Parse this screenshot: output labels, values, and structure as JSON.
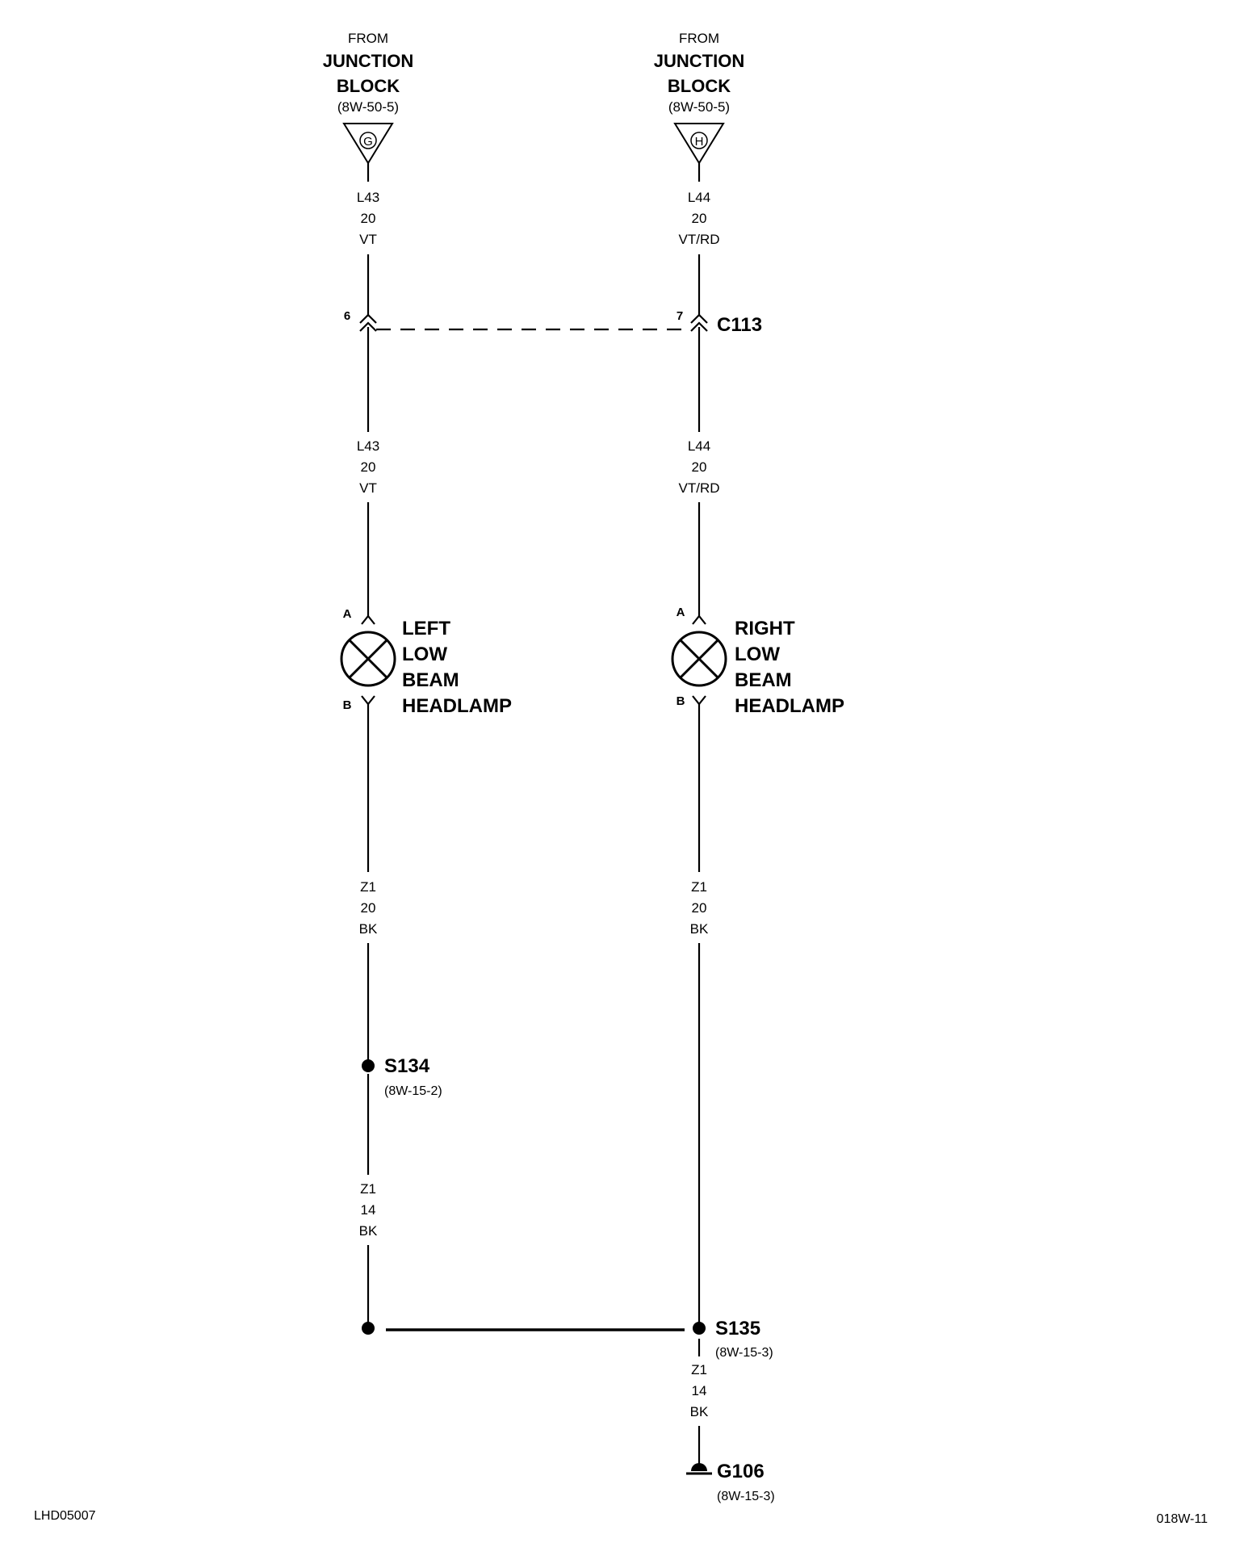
{
  "sources": {
    "left": {
      "from": "FROM",
      "line1": "JUNCTION",
      "line2": "BLOCK",
      "ref": "(8W-50-5)",
      "terminal": "G"
    },
    "right": {
      "from": "FROM",
      "line1": "JUNCTION",
      "line2": "BLOCK",
      "ref": "(8W-50-5)",
      "terminal": "H"
    }
  },
  "wires": {
    "left_upper_1": {
      "circuit": "L43",
      "gauge": "20",
      "color": "VT"
    },
    "left_upper_2": {
      "circuit": "L43",
      "gauge": "20",
      "color": "VT"
    },
    "right_upper_1": {
      "circuit": "L44",
      "gauge": "20",
      "color": "VT/RD"
    },
    "right_upper_2": {
      "circuit": "L44",
      "gauge": "20",
      "color": "VT/RD"
    },
    "left_lower_1": {
      "circuit": "Z1",
      "gauge": "20",
      "color": "BK"
    },
    "left_lower_2": {
      "circuit": "Z1",
      "gauge": "14",
      "color": "BK"
    },
    "right_lower_1": {
      "circuit": "Z1",
      "gauge": "20",
      "color": "BK"
    },
    "right_lower_2": {
      "circuit": "Z1",
      "gauge": "14",
      "color": "BK"
    }
  },
  "connector": {
    "name": "C113",
    "left_pin": "6",
    "right_pin": "7"
  },
  "lamps": {
    "left": {
      "pin_a": "A",
      "pin_b": "B",
      "line1": "LEFT",
      "line2": "LOW",
      "line3": "BEAM",
      "line4": "HEADLAMP"
    },
    "right": {
      "pin_a": "A",
      "pin_b": "B",
      "line1": "RIGHT",
      "line2": "LOW",
      "line3": "BEAM",
      "line4": "HEADLAMP"
    }
  },
  "splices": {
    "s134": {
      "name": "S134",
      "ref": "(8W-15-2)"
    },
    "s135": {
      "name": "S135",
      "ref": "(8W-15-3)"
    }
  },
  "ground": {
    "name": "G106",
    "ref": "(8W-15-3)"
  },
  "footer": {
    "left_code": "LHD05007",
    "right_code": "018W-11"
  }
}
